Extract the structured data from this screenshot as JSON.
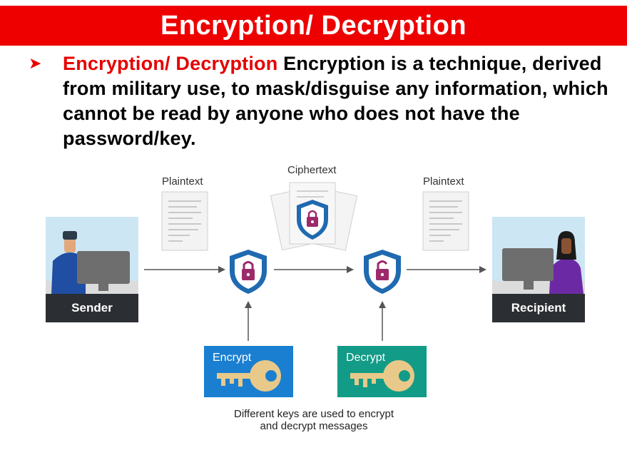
{
  "title": "Encryption/ Decryption",
  "bullet": {
    "highlight": "Encryption/ Decryption",
    "text": " Encryption is a technique, derived from military use, to mask/disguise any information, which cannot be read by anyone who does not have the password/key."
  },
  "diagram": {
    "plaintext_left": "Plaintext",
    "ciphertext": "Ciphertext",
    "plaintext_right": "Plaintext",
    "sender": "Sender",
    "recipient": "Recipient",
    "encrypt_key": "Encrypt",
    "decrypt_key": "Decrypt",
    "caption_line1": "Different keys are used to encrypt",
    "caption_line2": "and decrypt messages"
  },
  "colors": {
    "title_bar": "#ee0000",
    "encrypt_card": "#1a7fd1",
    "decrypt_card": "#129b86",
    "shield": "#1f6ab0",
    "lock": "#9c2a6b",
    "key": "#e8c98a"
  }
}
